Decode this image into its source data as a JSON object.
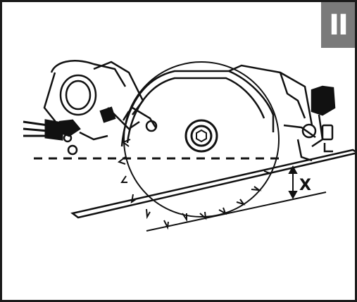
{
  "panel": {
    "step_label": "II",
    "measure_label": "X"
  },
  "colors": {
    "ink": "#111111",
    "badge_bg": "#7a7a7a",
    "frame": "#1a1a1a"
  },
  "icons": {
    "figure": "circular-saw-depth-adjust-illustration",
    "dimension_marker": "double-arrow-icon"
  }
}
